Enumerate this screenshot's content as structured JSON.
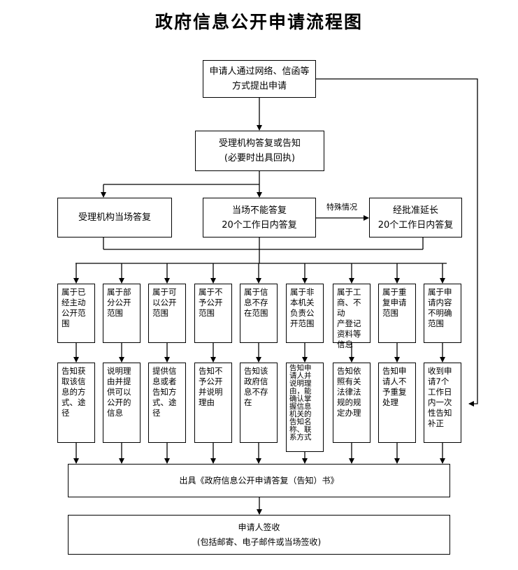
{
  "title": "政府信息公开申请流程图",
  "start": "申请人通过网络、信函等\n方式提出申请",
  "receive": "受理机构答复或告知\n(必要时出具回执)",
  "branch_left": "受理机构当场答复",
  "branch_mid": "当场不能答复\n20个工作日内答复",
  "branch_right": "经批准延长\n20个工作日内答复",
  "special_label": "特殊情况",
  "categories": [
    "属于已\n经主动\n公开范\n围",
    "属于部\n分公开\n范围",
    "属于可\n以公开\n范围",
    "属于不\n予公开\n范围",
    "属于信\n息不存\n在范围",
    "属于非\n本机关\n负责公\n开范围",
    "属于工\n商、不动\n产登记\n资料等\n信息",
    "属于重\n复申请\n范围",
    "属于申\n请内容\n不明确\n范围"
  ],
  "actions": [
    "告知获\n取该信\n息的方\n式、途径",
    "说明理\n由并提\n供可以\n公开的\n信息",
    "提供信\n息或者\n告知方\n式、途径",
    "告知不\n予公开\n并说明\n理由",
    "告知该\n政府信\n息不存\n在",
    "告知申\n请人并\n说明理\n由，能\n确认掌\n握信息\n机关的\n告知名\n称、联\n系方式",
    "告知依\n照有关\n法律法\n规的规\n定办理",
    "告知申\n请人不\n予重复\n处理",
    "收到申\n请7个\n工作日\n内一次\n性告知\n补正"
  ],
  "issue": "出具《政府信息公开申请答复（告知）书》",
  "sign": "申请人签收\n(包括邮寄、电子邮件或当场签收)"
}
